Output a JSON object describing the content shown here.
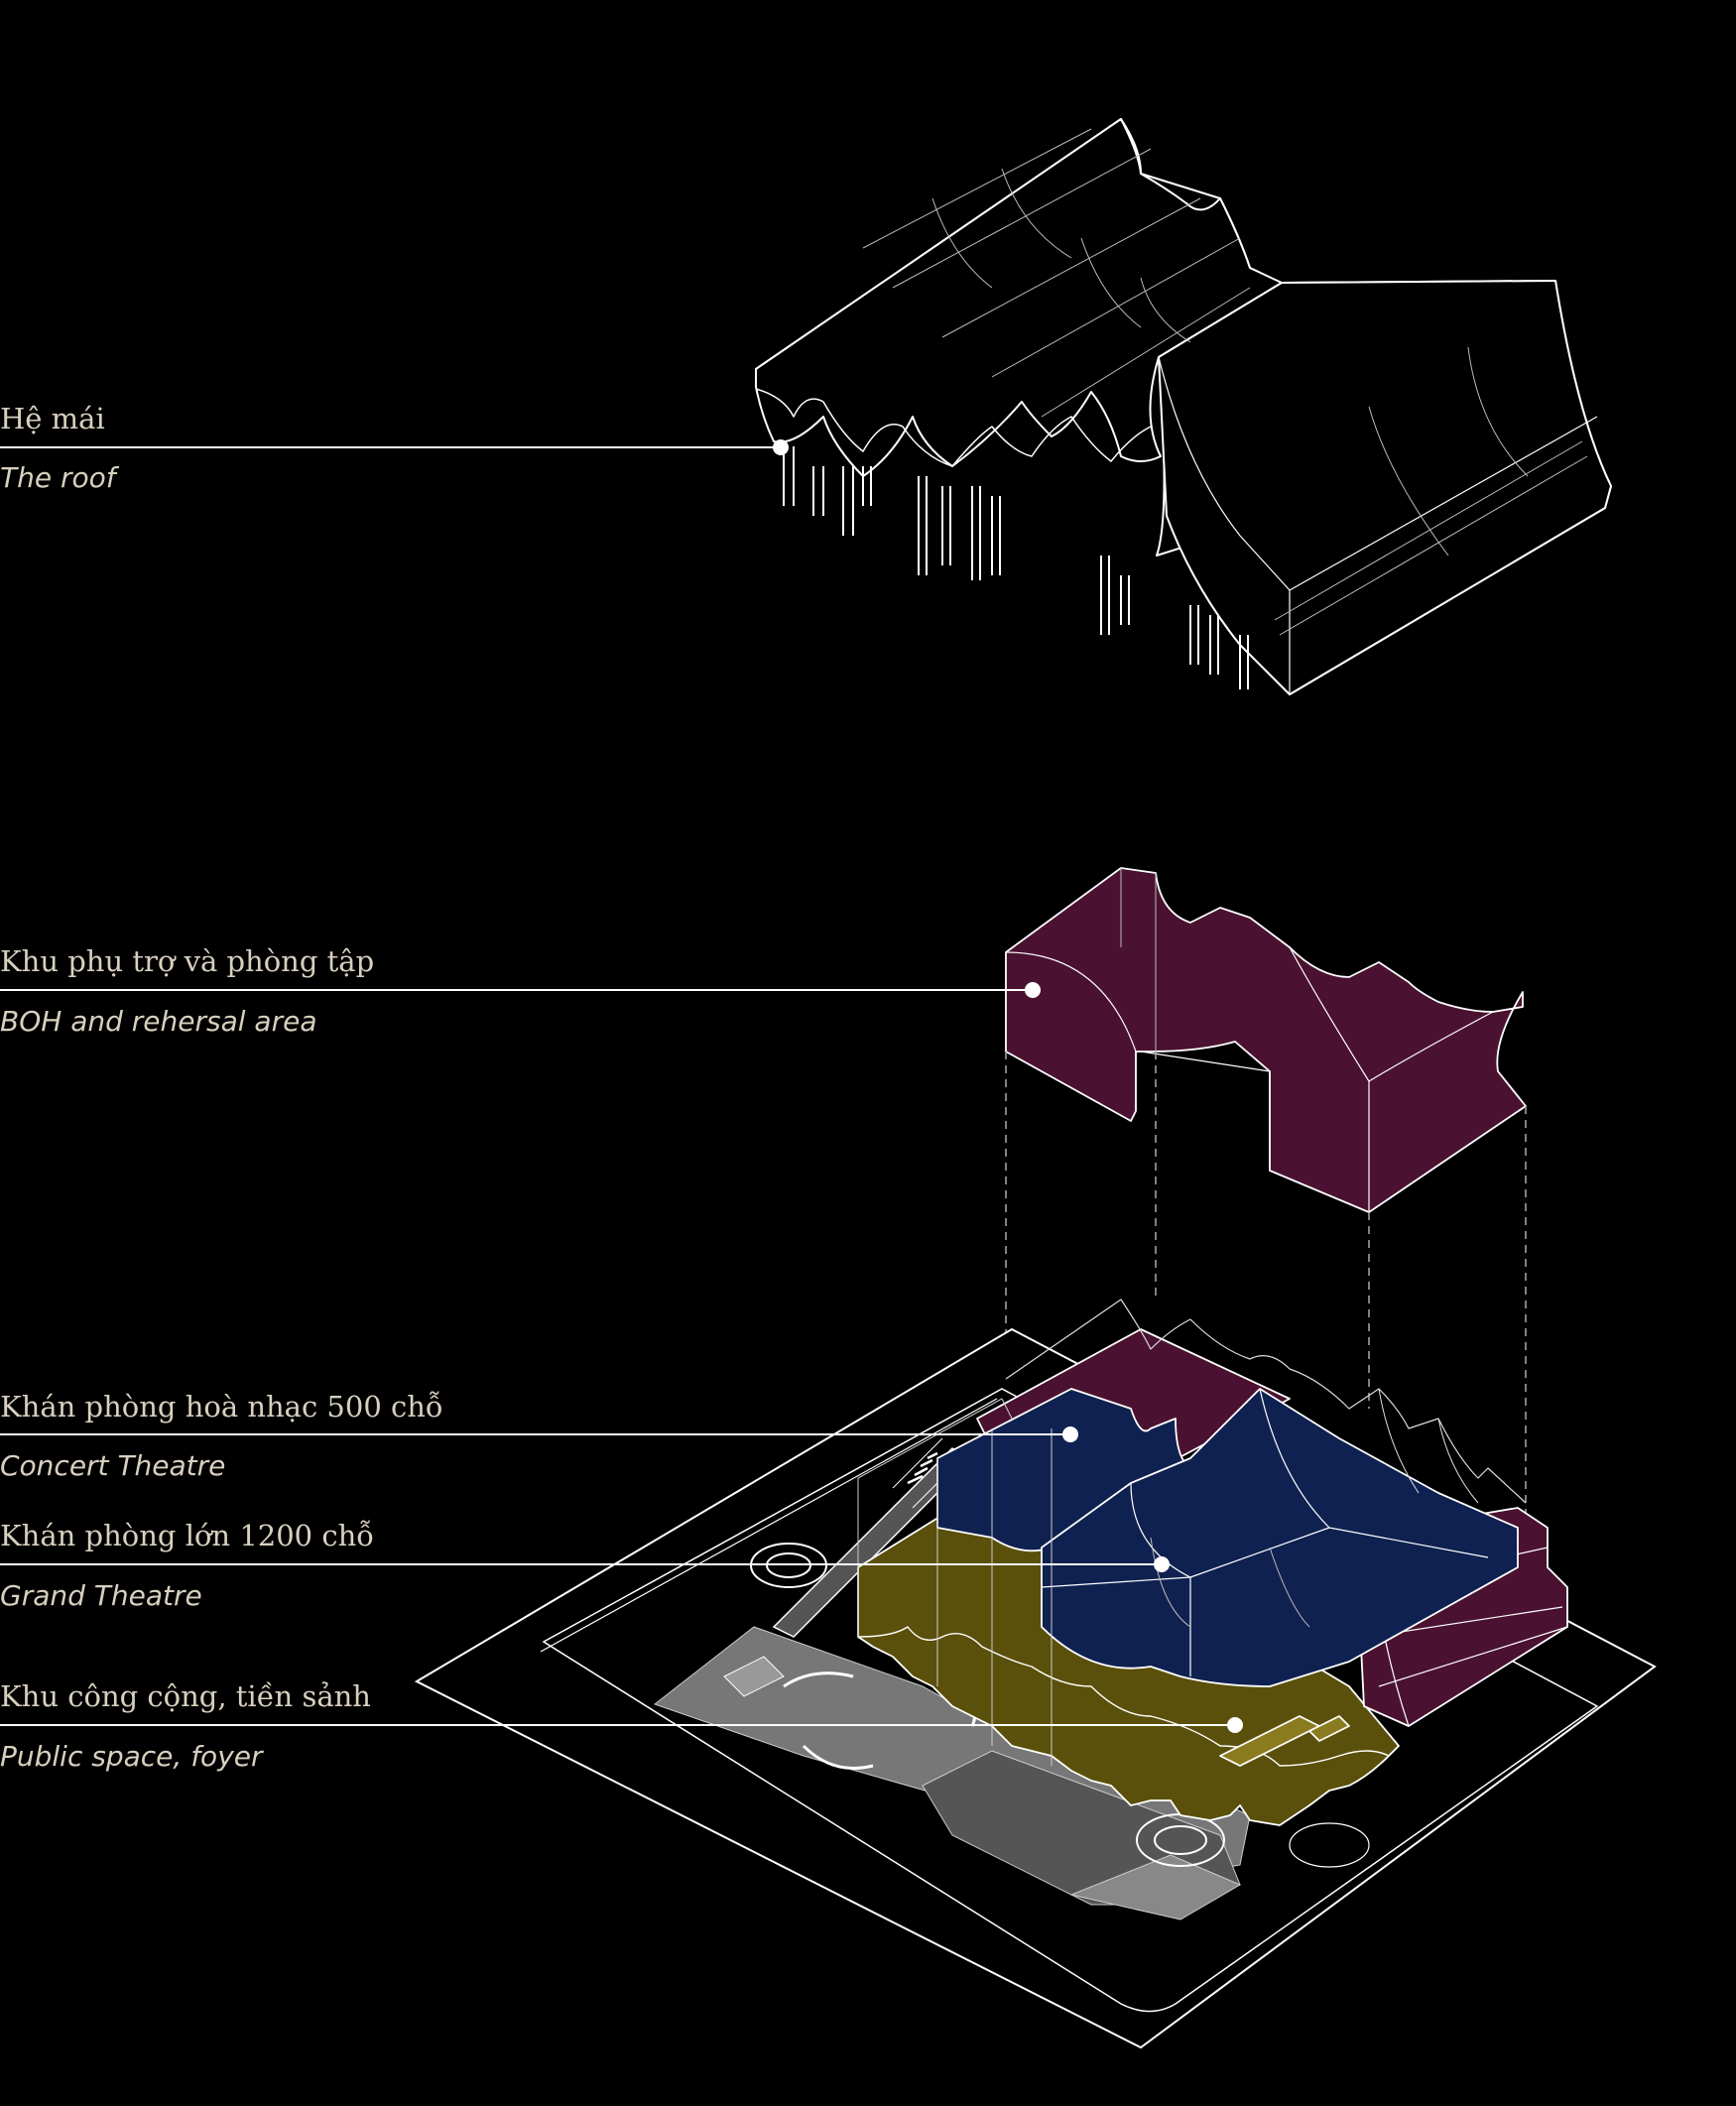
{
  "colors": {
    "background": "#000000",
    "line": "#ffffff",
    "label_text": "#d8d0bf",
    "boh_area": "#4a1230",
    "concert_grand_theatre": "#0f2150",
    "public_foyer": "#5a500b"
  },
  "callouts": [
    {
      "key": "roof",
      "vi": "Hệ mái",
      "en": "The roof",
      "fill_color_key": ""
    },
    {
      "key": "boh",
      "vi": "Khu phụ trợ và phòng tập",
      "en": "BOH and rehersal area",
      "fill_color_key": "boh_area"
    },
    {
      "key": "concert",
      "vi": "Khán phòng hoà nhạc 500 chỗ",
      "en": "Concert Theatre",
      "fill_color_key": "concert_grand_theatre"
    },
    {
      "key": "grand",
      "vi": "Khán phòng lớn 1200 chỗ",
      "en": "Grand Theatre",
      "fill_color_key": "concert_grand_theatre"
    },
    {
      "key": "public",
      "vi": "Khu công cộng, tiền sảnh",
      "en": "Public space, foyer",
      "fill_color_key": "public_foyer"
    }
  ]
}
